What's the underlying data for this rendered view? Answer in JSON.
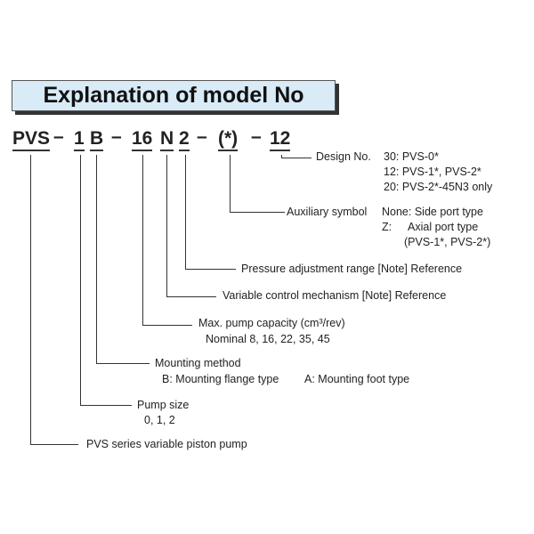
{
  "title": "Explanation of model No",
  "model_code": {
    "segments": [
      "PVS",
      "1",
      "B",
      "16",
      "N",
      "2",
      "(*)",
      "12"
    ],
    "separator": "–"
  },
  "descriptions": {
    "design_no": {
      "label": "Design No.",
      "lines": [
        "30: PVS-0*",
        "12: PVS-1*, PVS-2*",
        "20: PVS-2*-45N3 only"
      ]
    },
    "auxiliary": {
      "label": "Auxiliary symbol",
      "lines": [
        "None: Side port type",
        "Z:",
        "Axial port type",
        "(PVS-1*, PVS-2*)"
      ]
    },
    "pressure": {
      "label": "Pressure adjustment range  [Note] Reference"
    },
    "variable": {
      "label": "Variable control mechanism  [Note] Reference"
    },
    "capacity": {
      "label": "Max. pump capacity (cm³/rev)",
      "detail": "Nominal 8, 16, 22, 35, 45"
    },
    "mounting": {
      "label": "Mounting method",
      "detail_b": "B: Mounting flange type",
      "detail_a": "A: Mounting foot type"
    },
    "pump_size": {
      "label": "Pump size",
      "detail": "0, 1, 2"
    },
    "series": {
      "label": "PVS series variable piston pump"
    }
  }
}
